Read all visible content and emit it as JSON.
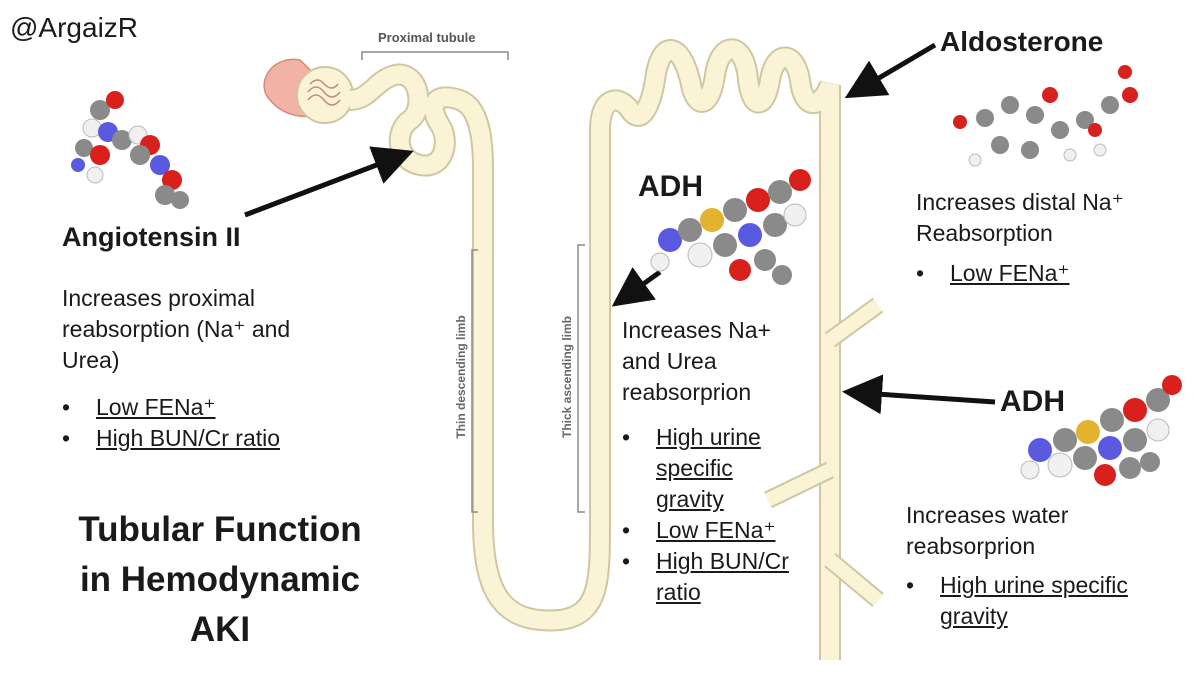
{
  "handle": "@ArgaizR",
  "labels": {
    "proximal_tubule": "Proximal tubule",
    "thin_descending": "Thin descending limb",
    "thick_ascending": "Thick ascending limb"
  },
  "angiotensin": {
    "name": "Angiotensin II",
    "desc_lines": [
      "Increases proximal",
      "reabsorption (Na⁺ and",
      "Urea)"
    ],
    "bullets": [
      "Low FENa⁺",
      "High BUN/Cr ratio"
    ]
  },
  "adh_mid": {
    "name": "ADH",
    "desc_lines": [
      "Increases Na+",
      "and Urea",
      "reabsorprion"
    ],
    "bullets": [
      [
        "High urine",
        "specific",
        "gravity"
      ],
      [
        "Low FENa⁺"
      ],
      [
        "High BUN/Cr",
        "ratio"
      ]
    ]
  },
  "aldosterone": {
    "name": "Aldosterone",
    "desc_lines": [
      "Increases distal Na⁺",
      "Reabsorption"
    ],
    "bullets": [
      "Low FENa⁺"
    ]
  },
  "adh_right": {
    "name": "ADH",
    "desc_lines": [
      "Increases water",
      "reabsorprion"
    ],
    "bullets": [
      [
        "High urine specific",
        "gravity"
      ]
    ]
  },
  "title_lines": [
    "Tubular Function",
    "in Hemodynamic",
    "AKI"
  ],
  "colors": {
    "tubule_fill": "#fbf3d6",
    "tubule_stroke": "#cfc7a2",
    "glomerulus": "#f2b3a6",
    "arrow": "#111111",
    "atom_red": "#d8201c",
    "atom_grey": "#8a8a8a",
    "atom_white": "#f0f0f0",
    "atom_blue": "#5a5ae0",
    "atom_yellow": "#e3b22e"
  }
}
